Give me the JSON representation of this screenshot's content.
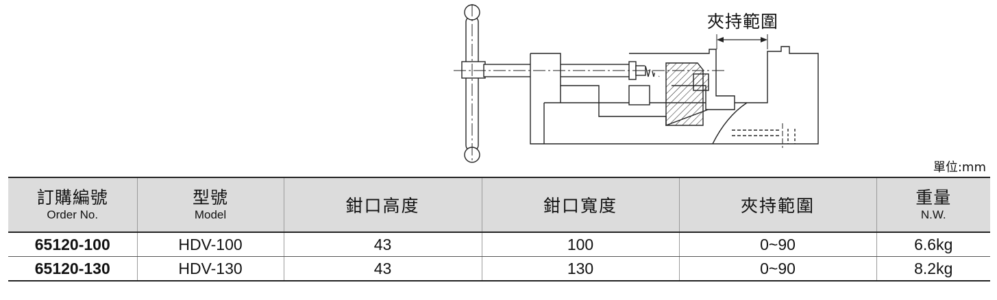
{
  "drawing": {
    "range_label": "夾持範圍",
    "unit_label": "單位:mm"
  },
  "table": {
    "headers": [
      {
        "zh": "訂購編號",
        "en": "Order No."
      },
      {
        "zh": "型號",
        "en": "Model"
      },
      {
        "zh": "鉗口高度",
        "en": ""
      },
      {
        "zh": "鉗口寬度",
        "en": ""
      },
      {
        "zh": "夾持範圍",
        "en": ""
      },
      {
        "zh": "重量",
        "en": "N.W."
      }
    ],
    "rows": [
      [
        "65120-100",
        "HDV-100",
        "43",
        "100",
        "0~90",
        "6.6kg"
      ],
      [
        "65120-130",
        "HDV-130",
        "43",
        "130",
        "0~90",
        "8.2kg"
      ]
    ]
  }
}
